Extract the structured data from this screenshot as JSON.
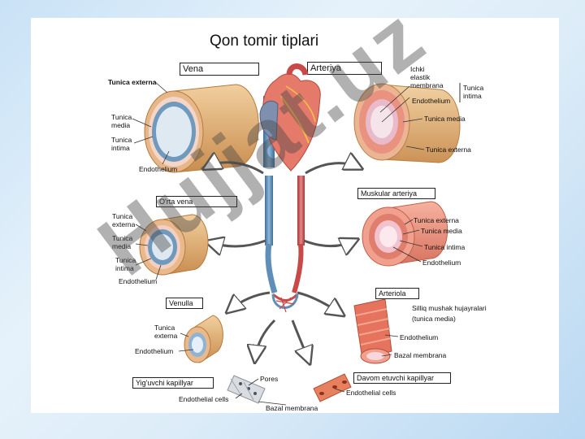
{
  "title": "Qon tomir tiplari",
  "watermark": "Hujjat.uz",
  "colors": {
    "vein_blue": "#5f8fb8",
    "artery_red": "#c94848",
    "tissue_tan": "#d9a66b",
    "muscle_pink": "#e88f7d"
  },
  "headers": {
    "vena": "Vena",
    "arteriya": "Arteriya"
  },
  "vein": {
    "tunica_externa_bold": "Tunica externa",
    "tunica_media": "Tunica\nmedia",
    "tunica_intima": "Tunica\nintima",
    "endothelium": "Endothelium"
  },
  "artery": {
    "ichki_elastik": "Ichki\nelastik\nmembrana",
    "endothelium": "Endothelium",
    "tunica_intima_group": "Tunica\nintima",
    "tunica_media": "Tunica media",
    "tunica_externa": "Tunica externa"
  },
  "medium_vein": {
    "header": "O'rta vena",
    "tunica_externa": "Tunica\nexterna",
    "tunica_media": "Tunica\nmedia",
    "tunica_intima": "Tunica\nintima",
    "endothelium": "Endothelium"
  },
  "muscular_artery": {
    "header": "Muskular arteriya",
    "tunica_externa": "Tunica externa",
    "tunica_media": "Tunica media",
    "tunica_intima": "Tunica intima",
    "endothelium": "Endothelium"
  },
  "venule": {
    "header": "Venulla",
    "tunica_externa": "Tunica\nexterna",
    "endothelium": "Endothelium"
  },
  "arteriole": {
    "header": "Arteriola",
    "smooth_muscle": "Silliq mushak hujayralari\n(tunica media)",
    "endothelium": "Endothelium",
    "bazal": "Bazal membrana"
  },
  "collecting_capillary": {
    "header": "Yig'uvchi kapillyar",
    "pores": "Pores",
    "endothelial_cells": "Endothelial cells",
    "bazal": "Bazal membrana"
  },
  "continuous_capillary": {
    "header": "Davom etuvchi kapillyar",
    "endothelial_cells": "Endothelial cells"
  }
}
